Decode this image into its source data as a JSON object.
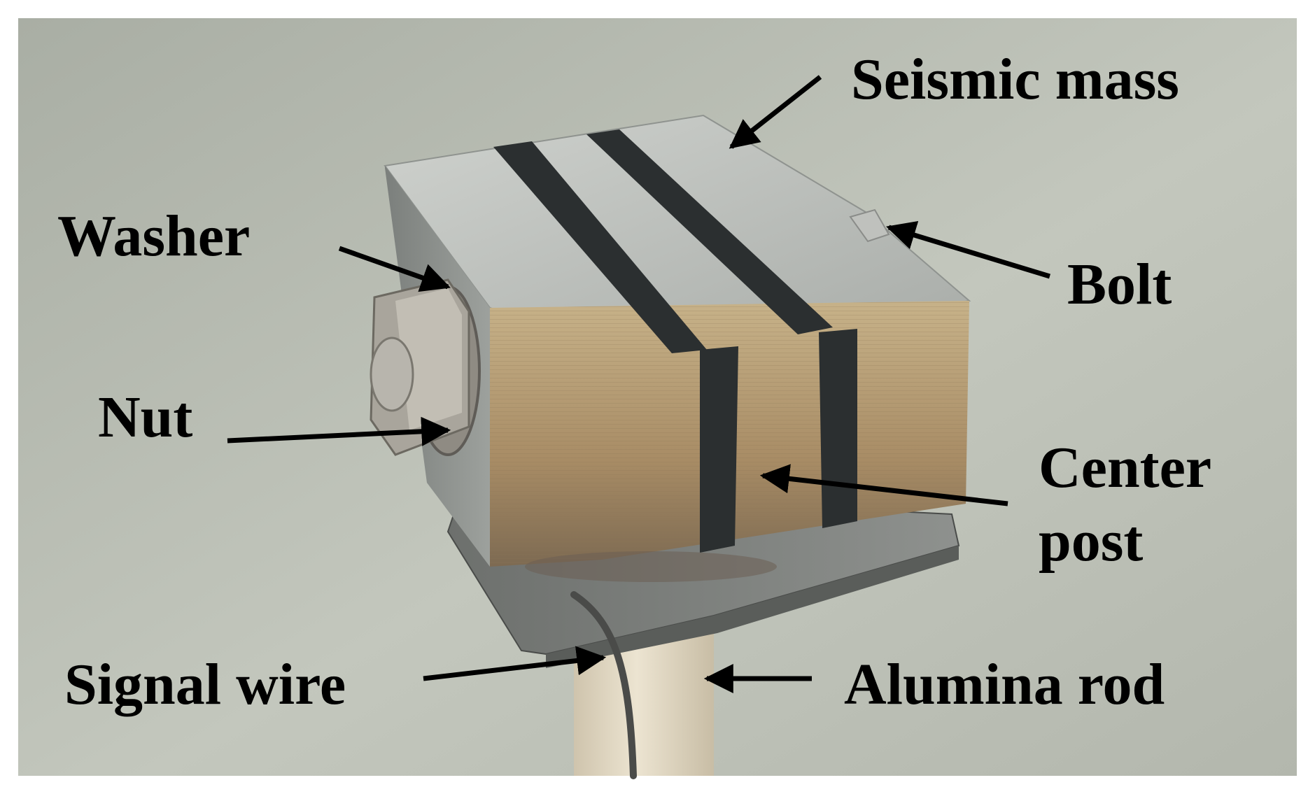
{
  "photo": {
    "subject": "accelerometer sensor assembly on rod"
  },
  "labels": {
    "seismic_mass": "Seismic mass",
    "washer": "Washer",
    "bolt": "Bolt",
    "nut": "Nut",
    "center_post_line1": "Center",
    "center_post_line2": "post",
    "signal_wire": "Signal wire",
    "alumina_rod": "Alumina rod"
  },
  "colors": {
    "background_wall": "#b9bdb3",
    "metal_light": "#c9ccc8",
    "metal_dark": "#6f7370",
    "piezo_stripe": "#2b2f30",
    "bronze_face": "#b39a76",
    "rod": "#e2d8c2",
    "label_text": "#000000",
    "arrow": "#000000"
  }
}
